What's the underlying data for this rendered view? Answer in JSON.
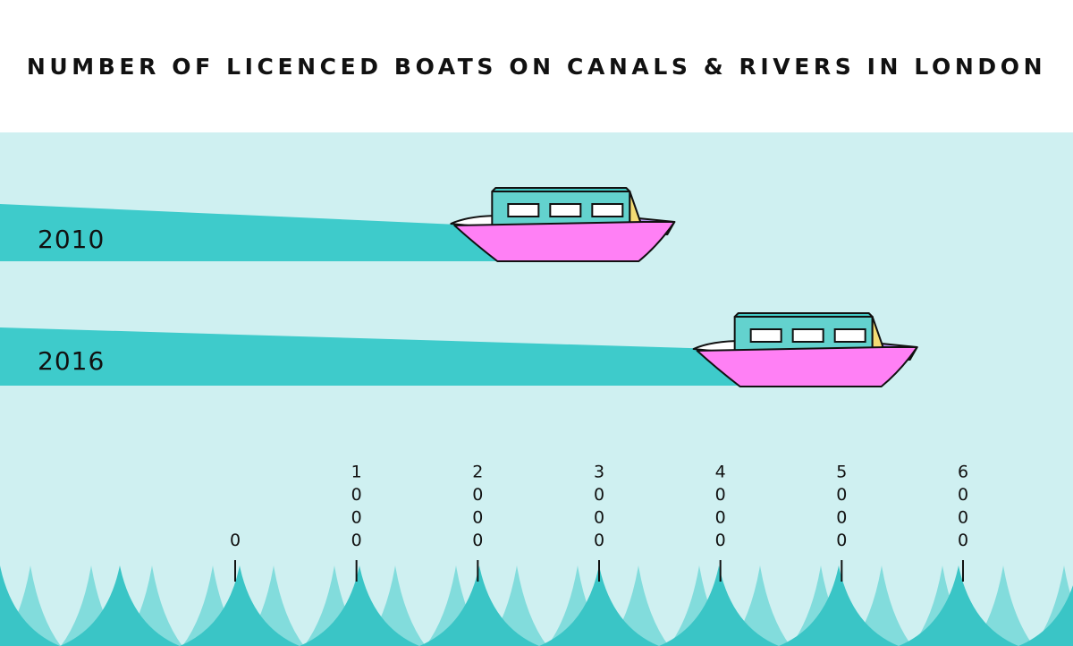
{
  "colors": {
    "water": "#cff0f1",
    "bar": "#3ecbcb",
    "hull": "#ff80f5",
    "cabin": "#63d2ce",
    "bow_side": "#b593ee",
    "roof_end": "#f5dc74",
    "wave_dark": "#3ac5c6",
    "wave_light": "#82dcdc"
  },
  "chart_data": {
    "type": "bar",
    "orientation": "horizontal",
    "title": "NUMBER OF LICENCED BOATS ON CANALS & RIVERS IN LONDON",
    "categories": [
      "2010",
      "2016"
    ],
    "values": [
      2000,
      4000
    ],
    "xlim": [
      0,
      6000
    ],
    "xticks": [
      "0",
      "1000",
      "2000",
      "3000",
      "4000",
      "5000",
      "6000"
    ],
    "grid": false,
    "legend": "none"
  }
}
